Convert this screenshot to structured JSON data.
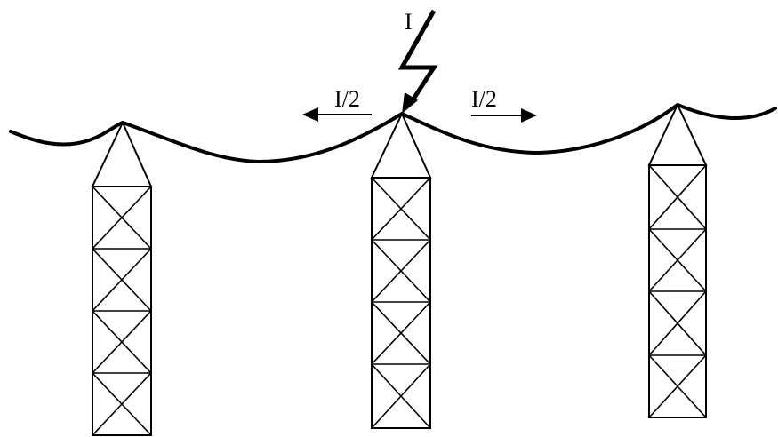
{
  "labels": {
    "strike_current": "I",
    "left_half_current": "I/2",
    "right_half_current": "I/2"
  },
  "colors": {
    "line": "#000000",
    "background": "#ffffff"
  },
  "icons": [
    "lightning-bolt-icon",
    "arrow-left-icon",
    "arrow-right-icon"
  ]
}
